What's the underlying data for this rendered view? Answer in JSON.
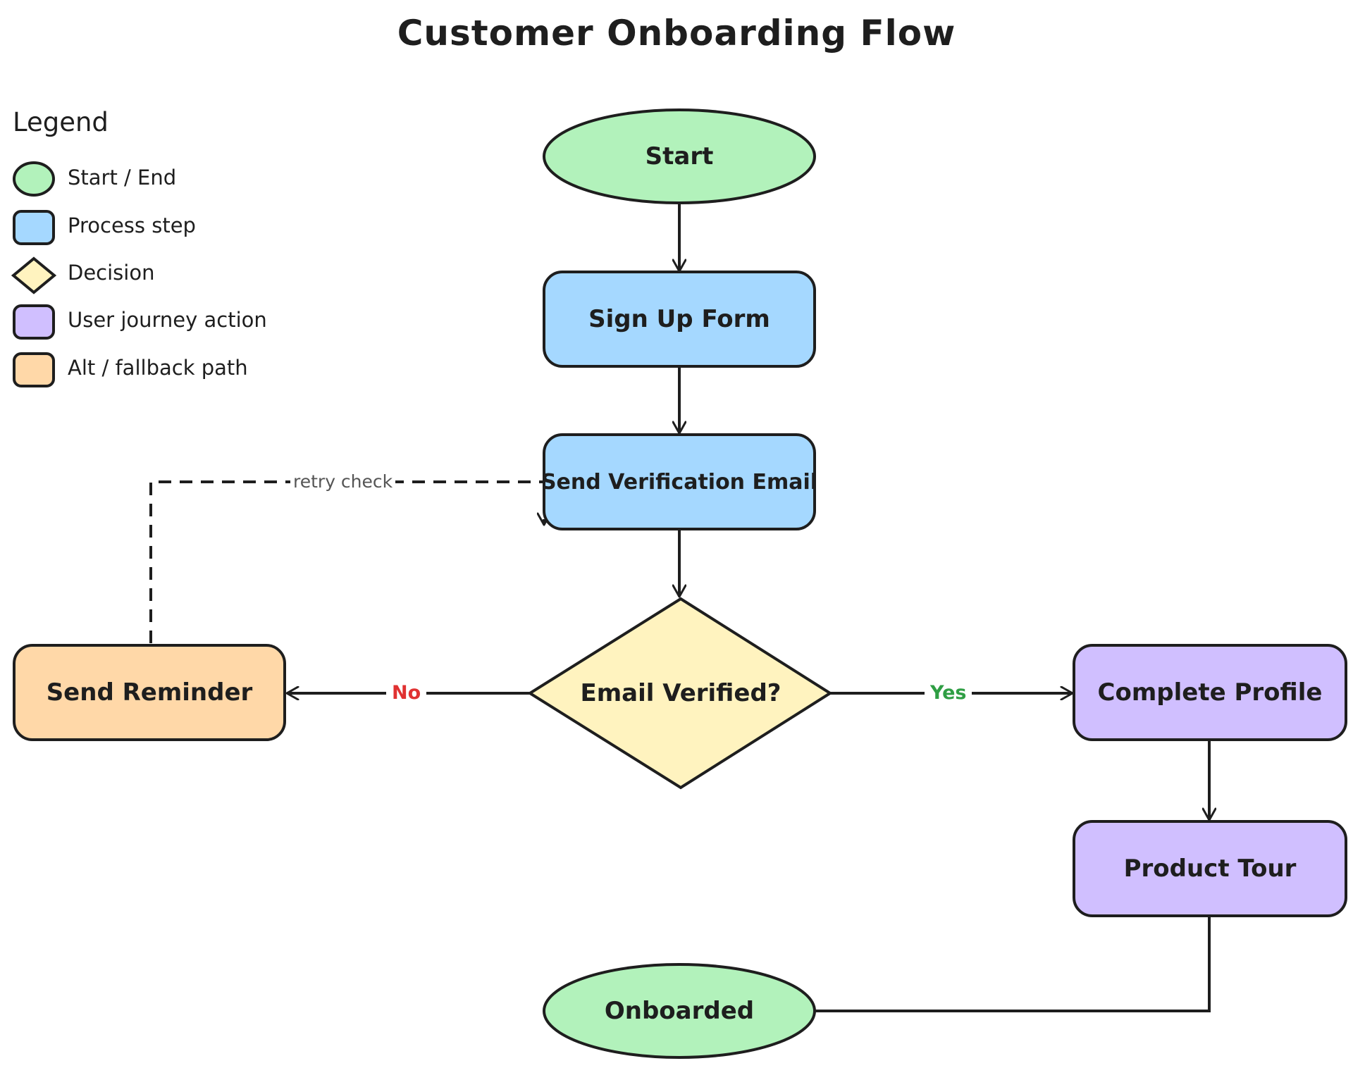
{
  "title": "Customer Onboarding Flow",
  "legend": {
    "title": "Legend",
    "items": [
      {
        "label": "Start / End",
        "shape": "ellipse",
        "color": "#b2f2bb"
      },
      {
        "label": "Process step",
        "shape": "rounded-rect",
        "color": "#a5d8ff"
      },
      {
        "label": "Decision",
        "shape": "diamond",
        "color": "#fff3bf"
      },
      {
        "label": "User journey action",
        "shape": "rounded-rect",
        "color": "#d0bfff"
      },
      {
        "label": "Alt / fallback path",
        "shape": "rounded-rect",
        "color": "#ffd8a8"
      }
    ]
  },
  "nodes": {
    "start": {
      "label": "Start",
      "shape": "ellipse",
      "color": "#b2f2bb"
    },
    "signup": {
      "label": "Sign Up Form",
      "shape": "rounded-rect",
      "color": "#a5d8ff"
    },
    "verify_email": {
      "label": "Send Verification Email",
      "shape": "rounded-rect",
      "color": "#a5d8ff"
    },
    "decision": {
      "label": "Email Verified?",
      "shape": "diamond",
      "color": "#fff3bf"
    },
    "reminder": {
      "label": "Send Reminder",
      "shape": "rounded-rect",
      "color": "#ffd8a8"
    },
    "profile": {
      "label": "Complete Profile",
      "shape": "rounded-rect",
      "color": "#d0bfff"
    },
    "tour": {
      "label": "Product Tour",
      "shape": "rounded-rect",
      "color": "#d0bfff"
    },
    "onboarded": {
      "label": "Onboarded",
      "shape": "ellipse",
      "color": "#b2f2bb"
    }
  },
  "edges": [
    {
      "from": "start",
      "to": "signup",
      "label": ""
    },
    {
      "from": "signup",
      "to": "verify_email",
      "label": ""
    },
    {
      "from": "verify_email",
      "to": "decision",
      "label": ""
    },
    {
      "from": "decision",
      "to": "reminder",
      "label": "No",
      "label_color": "#e03131"
    },
    {
      "from": "decision",
      "to": "profile",
      "label": "Yes",
      "label_color": "#2f9e44"
    },
    {
      "from": "reminder",
      "to": "verify_email",
      "label": "retry check",
      "style": "dashed"
    },
    {
      "from": "profile",
      "to": "tour",
      "label": ""
    },
    {
      "from": "tour",
      "to": "onboarded",
      "label": ""
    }
  ],
  "colors": {
    "stroke": "#1e1e1e",
    "no": "#e03131",
    "yes": "#2f9e44",
    "retry": "#555555"
  }
}
